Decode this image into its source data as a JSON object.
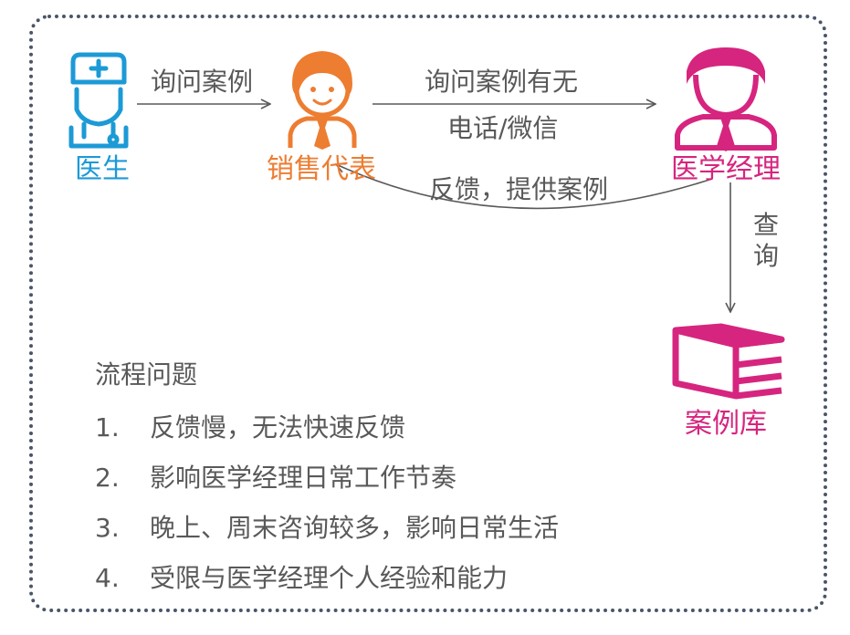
{
  "colors": {
    "doctor": "#1c9ad6",
    "rep": "#ed7d31",
    "manager": "#d6257f",
    "library": "#d6257f",
    "text": "#595959",
    "arrow": "#595959",
    "border": "#4a5568"
  },
  "nodes": {
    "doctor": {
      "label": "医生",
      "icon": "doctor-icon"
    },
    "rep": {
      "label": "销售代表",
      "icon": "sales-rep-icon"
    },
    "manager": {
      "label": "医学经理",
      "icon": "medical-manager-icon"
    },
    "library": {
      "label": "案例库",
      "icon": "books-icon"
    }
  },
  "edges": {
    "doctor_to_rep": "询问案例",
    "rep_to_manager_top": "询问案例有无",
    "rep_to_manager_bottom": "电话/微信",
    "manager_to_rep": "反馈，提供案例",
    "manager_to_library": "查询"
  },
  "issues": {
    "title": "流程问题",
    "items": [
      {
        "num": "1.",
        "text": "反馈慢，无法快速反馈"
      },
      {
        "num": "2.",
        "text": "影响医学经理日常工作节奏"
      },
      {
        "num": "3.",
        "text": "晚上、周末咨询较多，影响日常生活"
      },
      {
        "num": "4.",
        "text": "受限与医学经理个人经验和能力"
      }
    ]
  }
}
